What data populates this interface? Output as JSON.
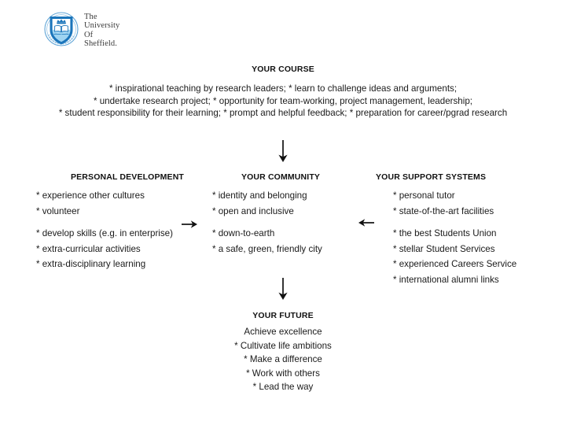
{
  "logo": {
    "crest_icon": "university-crest-icon",
    "wordmark_lines": [
      "The",
      "University",
      "Of",
      "Sheffield."
    ],
    "crest_color": "#1b75bb",
    "crest_dark": "#0d4f86"
  },
  "course": {
    "title": "YOUR COURSE",
    "lines": [
      "* inspirational teaching by research leaders;  * learn to challenge ideas and arguments;",
      "* undertake research project;  * opportunity for team-working, project management, leadership;",
      "* student responsibility for their learning;  * prompt and helpful feedback;  * preparation for career/pgrad research"
    ]
  },
  "columns": [
    {
      "id": "personal-development",
      "title": "PERSONAL DEVELOPMENT",
      "items": [
        {
          "text": "* experience other cultures",
          "gap_before": false
        },
        {
          "text": "* volunteer",
          "gap_before": false
        },
        {
          "text": "* develop skills (e.g. in enterprise)",
          "gap_before": true
        },
        {
          "text": "* extra-curricular activities",
          "gap_before": false
        },
        {
          "text": "* extra-disciplinary learning",
          "gap_before": false
        }
      ]
    },
    {
      "id": "your-community",
      "title": "YOUR COMMUNITY",
      "items": [
        {
          "text": "* identity and belonging",
          "gap_before": false
        },
        {
          "text": "* open and inclusive",
          "gap_before": false
        },
        {
          "text": "* down-to-earth",
          "gap_before": true
        },
        {
          "text": "* a safe, green, friendly city",
          "gap_before": false
        }
      ]
    },
    {
      "id": "your-support-systems",
      "title": "YOUR SUPPORT SYSTEMS",
      "items": [
        {
          "text": "* personal tutor",
          "gap_before": false
        },
        {
          "text": "* state-of-the-art facilities",
          "gap_before": false
        },
        {
          "text": "* the best Students Union",
          "gap_before": true
        },
        {
          "text": "* stellar Student Services",
          "gap_before": false
        },
        {
          "text": "* experienced Careers Service",
          "gap_before": false
        },
        {
          "text": "* international alumni links",
          "gap_before": false
        }
      ]
    }
  ],
  "future": {
    "title": "YOUR  FUTURE",
    "items": [
      "Achieve excellence",
      "* Cultivate life ambitions",
      "* Make a difference",
      "* Work with others",
      "* Lead the way"
    ]
  },
  "arrows": [
    {
      "id": "course-to-middle",
      "icon": "arrow-down-icon",
      "direction": "down"
    },
    {
      "id": "middle-to-future",
      "icon": "arrow-down-icon",
      "direction": "down"
    },
    {
      "id": "personal-to-community",
      "icon": "arrow-right-icon",
      "direction": "right"
    },
    {
      "id": "support-to-community",
      "icon": "arrow-left-icon",
      "direction": "left"
    }
  ],
  "theme": {
    "background": "#ffffff",
    "text": "#1a1a1a",
    "arrow": "#111111"
  }
}
